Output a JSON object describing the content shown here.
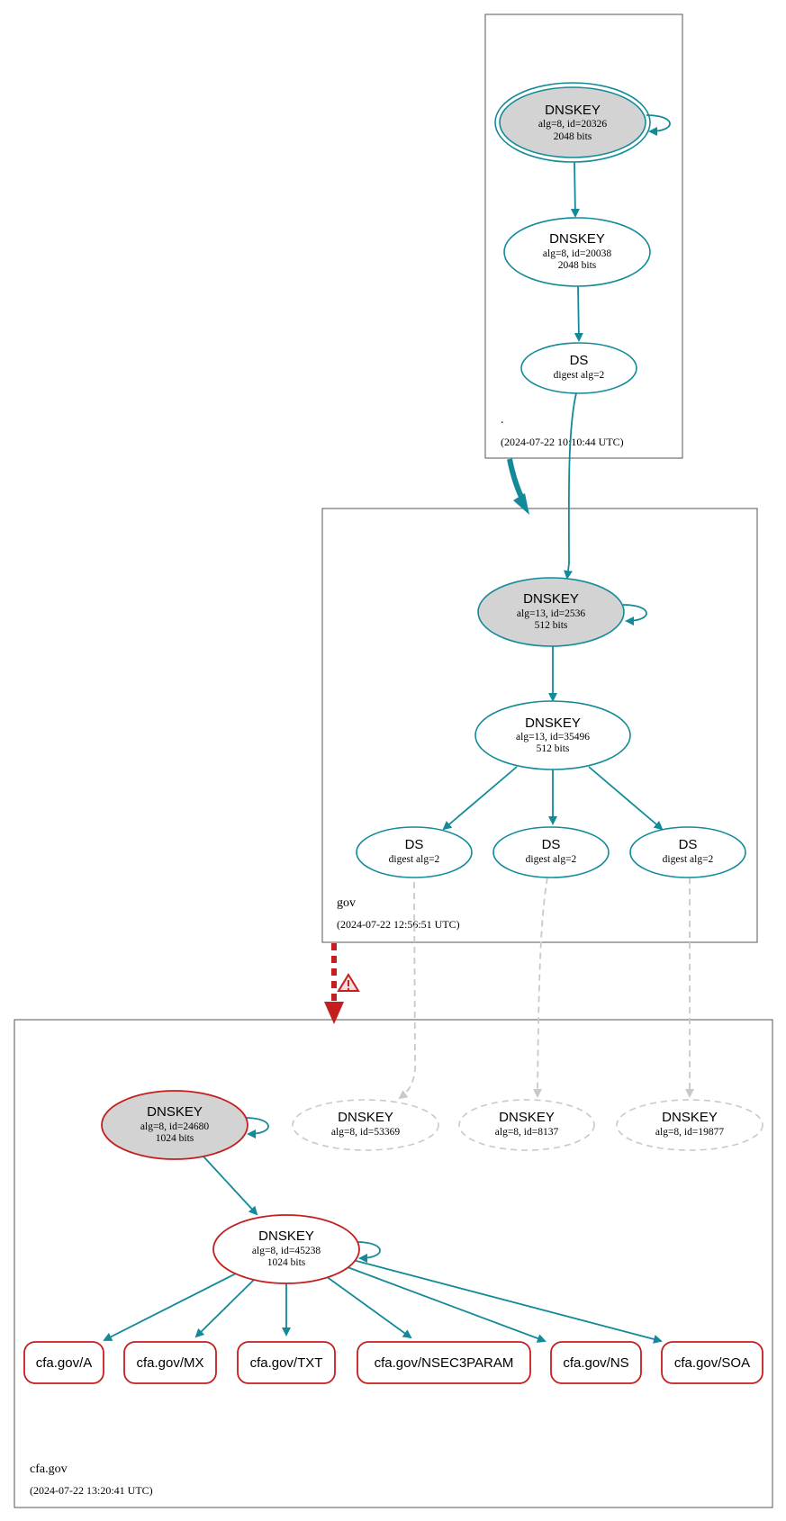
{
  "colors": {
    "teal": "#138a99",
    "red": "#c41e1e",
    "grey_dashed": "#c9c9c9",
    "key_fill": "#d3d3d3",
    "warning": "#c41e1e"
  },
  "zones": {
    "root": {
      "label": ".",
      "timestamp": "(2024-07-22 10:10:44 UTC)"
    },
    "gov": {
      "label": "gov",
      "timestamp": "(2024-07-22 12:56:51 UTC)"
    },
    "cfa": {
      "label": "cfa.gov",
      "timestamp": "(2024-07-22 13:20:41 UTC)"
    }
  },
  "nodes": {
    "root_ksk": {
      "title": "DNSKEY",
      "line1": "alg=8, id=20326",
      "line2": "2048 bits"
    },
    "root_zsk": {
      "title": "DNSKEY",
      "line1": "alg=8, id=20038",
      "line2": "2048 bits"
    },
    "root_ds": {
      "title": "DS",
      "line1": "digest alg=2"
    },
    "gov_ksk": {
      "title": "DNSKEY",
      "line1": "alg=13, id=2536",
      "line2": "512 bits"
    },
    "gov_zsk": {
      "title": "DNSKEY",
      "line1": "alg=13, id=35496",
      "line2": "512 bits"
    },
    "gov_ds1": {
      "title": "DS",
      "line1": "digest alg=2"
    },
    "gov_ds2": {
      "title": "DS",
      "line1": "digest alg=2"
    },
    "gov_ds3": {
      "title": "DS",
      "line1": "digest alg=2"
    },
    "cfa_ksk": {
      "title": "DNSKEY",
      "line1": "alg=8, id=24680",
      "line2": "1024 bits"
    },
    "cfa_missing1": {
      "title": "DNSKEY",
      "line1": "alg=8, id=53369"
    },
    "cfa_missing2": {
      "title": "DNSKEY",
      "line1": "alg=8, id=8137"
    },
    "cfa_missing3": {
      "title": "DNSKEY",
      "line1": "alg=8, id=19877"
    },
    "cfa_zsk": {
      "title": "DNSKEY",
      "line1": "alg=8, id=45238",
      "line2": "1024 bits"
    }
  },
  "rrsets": [
    "cfa.gov/A",
    "cfa.gov/MX",
    "cfa.gov/TXT",
    "cfa.gov/NSEC3PARAM",
    "cfa.gov/NS",
    "cfa.gov/SOA"
  ],
  "delegations": {
    "root_to_gov": "secure",
    "gov_to_cfa": "bogus-warning"
  }
}
